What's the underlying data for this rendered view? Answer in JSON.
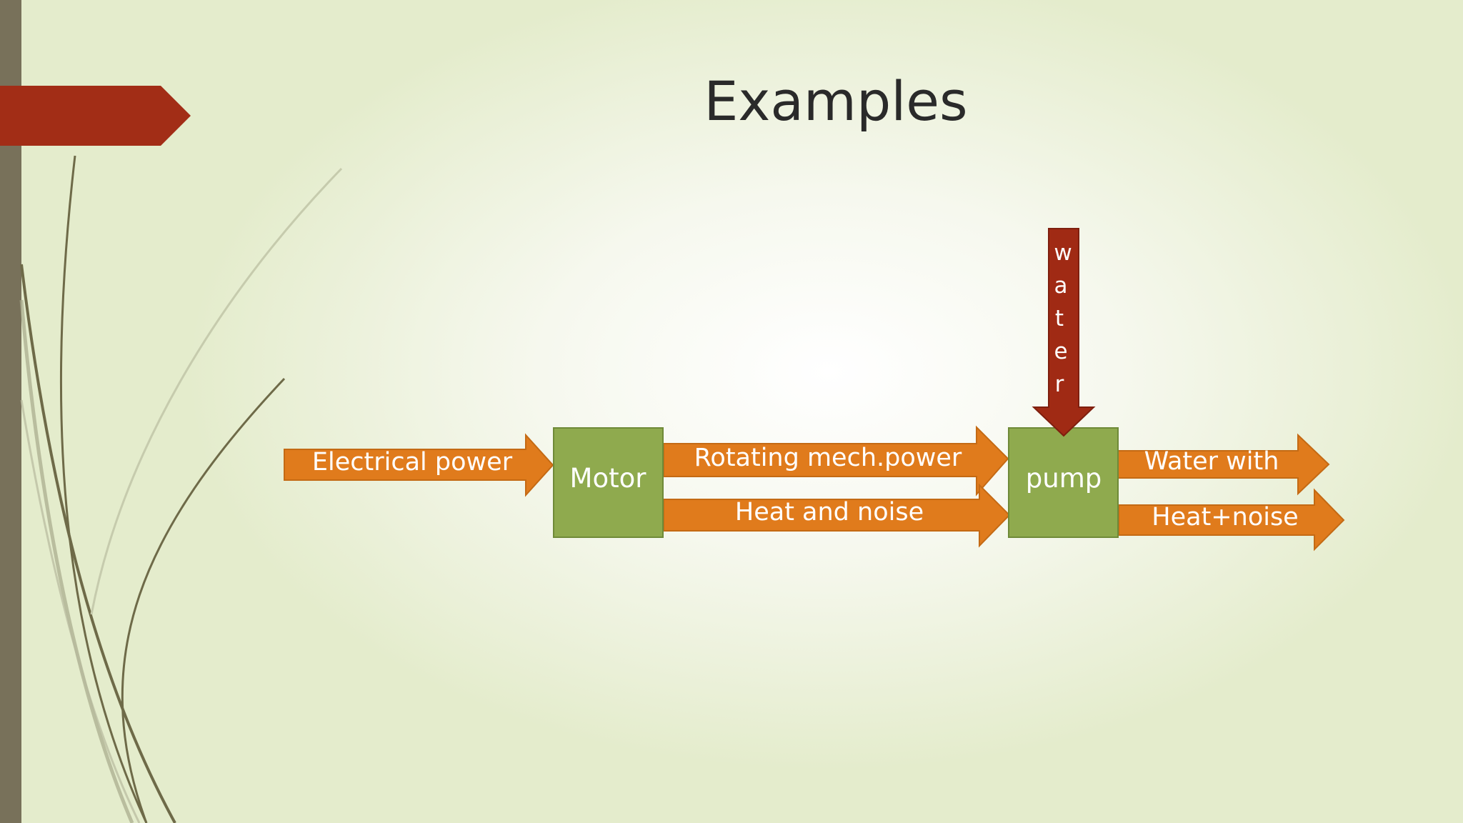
{
  "slide": {
    "title": "Examples"
  },
  "diagram": {
    "nodes": {
      "motor": "Motor",
      "pump": "pump"
    },
    "arrows": {
      "electrical_power": "Electrical power",
      "rotating_mech_power": "Rotating mech.power",
      "heat_and_noise": "Heat and noise",
      "water_letters": [
        "w",
        "a",
        "t",
        "e",
        "r"
      ],
      "water_with": "Water with",
      "heat_noise": "Heat+noise"
    }
  },
  "colors": {
    "orange_arrow": "#e07b1c",
    "green_box": "#8faa4e",
    "dark_red": "#a02a14",
    "left_bar": "#78715a",
    "title": "#2a2a2a"
  }
}
